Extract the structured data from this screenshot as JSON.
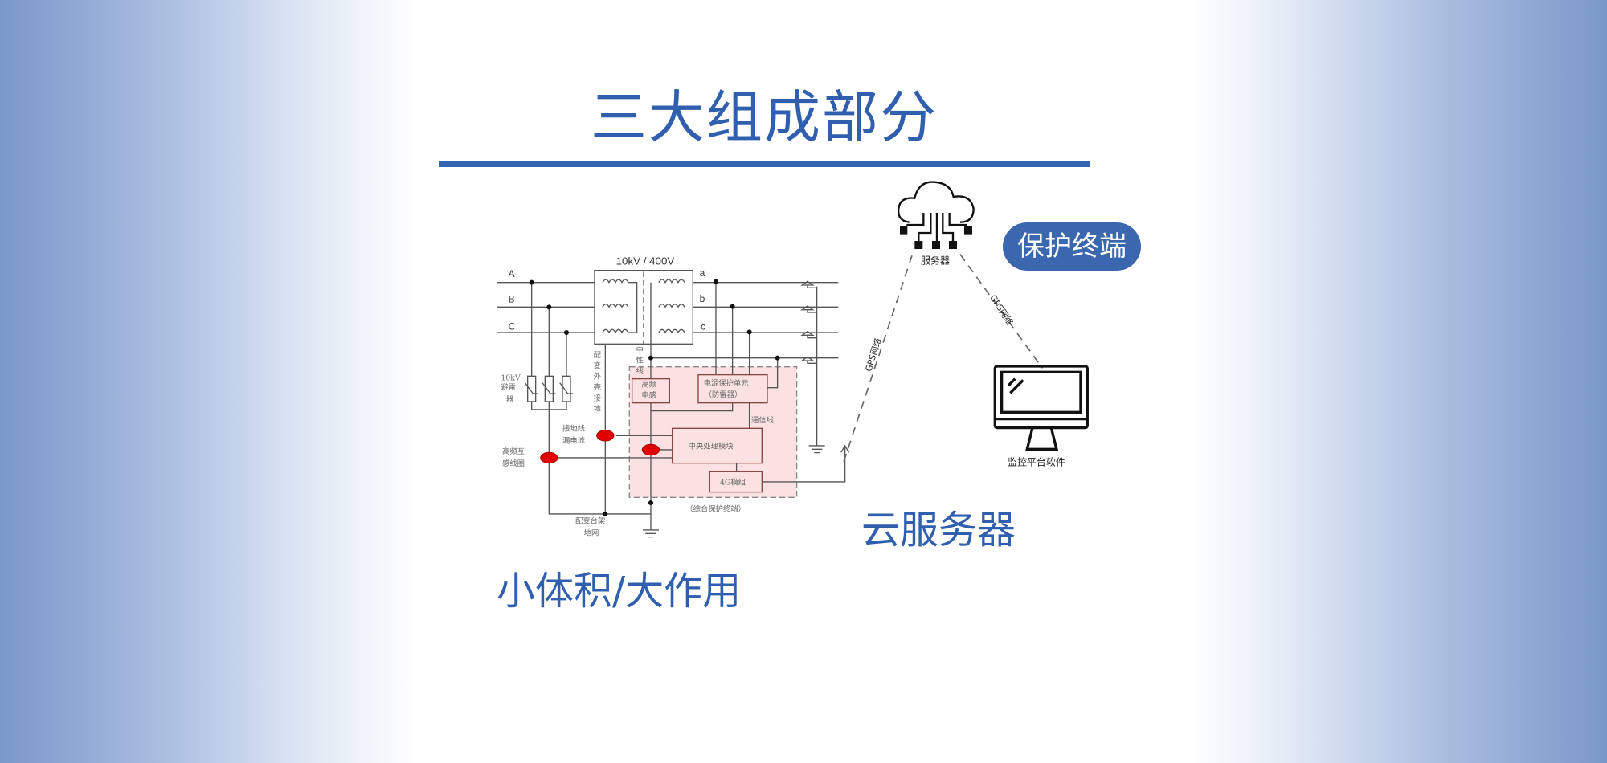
{
  "title": "三大组成部分",
  "badge": "保护终端",
  "captions": {
    "cloud": "云服务器",
    "device": "小体积/大作用"
  },
  "colors": {
    "accent": "#2f5fae",
    "sensor": "#e00000",
    "terminal_fill": "#fbe1e1"
  },
  "circuit": {
    "transformer": "10kV / 400V",
    "phases": [
      "A",
      "B",
      "C"
    ],
    "low_phases": [
      "a",
      "b",
      "c"
    ],
    "arrester": [
      "10kV",
      "避雷",
      "器"
    ],
    "shell_ground": [
      "配",
      "变",
      "外",
      "壳",
      "接",
      "地"
    ],
    "neutral": [
      "中",
      "性",
      "线"
    ],
    "hf_inductor": [
      "高频",
      "电感"
    ],
    "power_unit": [
      "电源保护单元",
      "（防雷器）"
    ],
    "comm_line": "通信线",
    "cpu": "中央处理模块",
    "module_4g": "4G模组",
    "ground_leak": [
      "接地线",
      "漏电流"
    ],
    "hf_ct": [
      "高频互",
      "感线圈"
    ],
    "grid": [
      "配变台架",
      "地网"
    ],
    "terminal": "（综合保护终端）"
  },
  "network": {
    "server": "服务器",
    "link_left": "GPS网络",
    "link_right": "GPS网络",
    "monitor": "监控平台软件"
  }
}
